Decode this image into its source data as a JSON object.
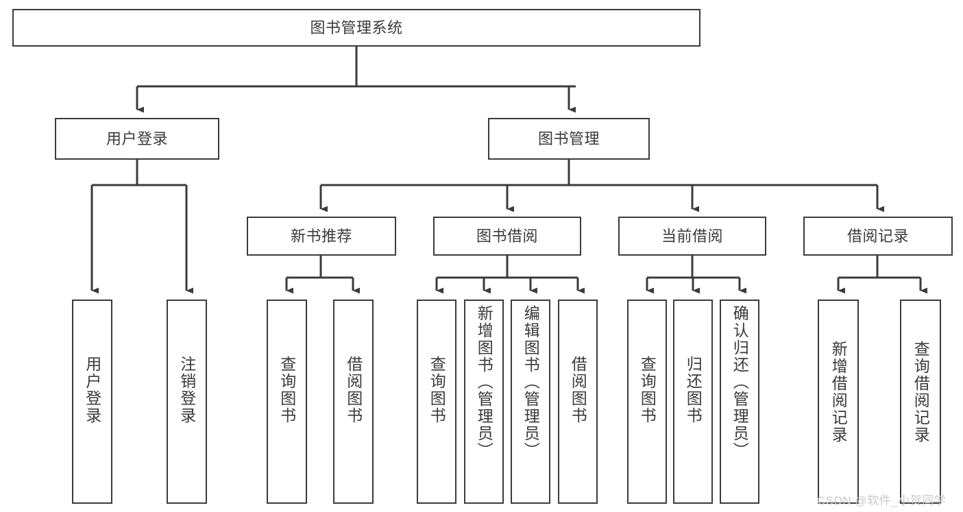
{
  "diagram": {
    "title_node": {
      "id": "root",
      "label": "图书管理系统"
    },
    "level2": [
      {
        "id": "user-login",
        "label": "用户登录"
      },
      {
        "id": "book-manage",
        "label": "图书管理"
      }
    ],
    "level3": [
      {
        "id": "new-book-recommend",
        "label": "新书推荐"
      },
      {
        "id": "book-borrow",
        "label": "图书借阅"
      },
      {
        "id": "current-borrow",
        "label": "当前借阅"
      },
      {
        "id": "borrow-record",
        "label": "借阅记录"
      }
    ],
    "leaves": {
      "user_login": [
        {
          "id": "leaf-user-login",
          "label": "用户登录"
        },
        {
          "id": "leaf-logout-login",
          "label": "注销登录"
        }
      ],
      "new_book_recommend": [
        {
          "id": "leaf-query-book-1",
          "label": "查询图书"
        },
        {
          "id": "leaf-borrow-book-1",
          "label": "借阅图书"
        }
      ],
      "book_borrow": [
        {
          "id": "leaf-query-book-2",
          "label": "查询图书"
        },
        {
          "id": "leaf-add-book",
          "label": "新增图书（管理员）"
        },
        {
          "id": "leaf-edit-book",
          "label": "编辑图书（管理员）"
        },
        {
          "id": "leaf-borrow-book-2",
          "label": "借阅图书"
        }
      ],
      "current_borrow": [
        {
          "id": "leaf-query-book-3",
          "label": "查询图书"
        },
        {
          "id": "leaf-return-book",
          "label": "归还图书"
        },
        {
          "id": "leaf-confirm-return",
          "label": "确认归还（管理员）"
        }
      ],
      "borrow_record": [
        {
          "id": "leaf-add-record",
          "label": "新增借阅记录"
        },
        {
          "id": "leaf-query-record",
          "label": "查询借阅记录"
        }
      ]
    }
  },
  "watermark": {
    "text": "CSDN @软件_小贺同学"
  },
  "colors": {
    "border": "#3b3b3b",
    "text": "#3a3a3a",
    "background": "#ffffff",
    "connector": "#3b3b3b",
    "watermark": "#c9c9c9"
  }
}
